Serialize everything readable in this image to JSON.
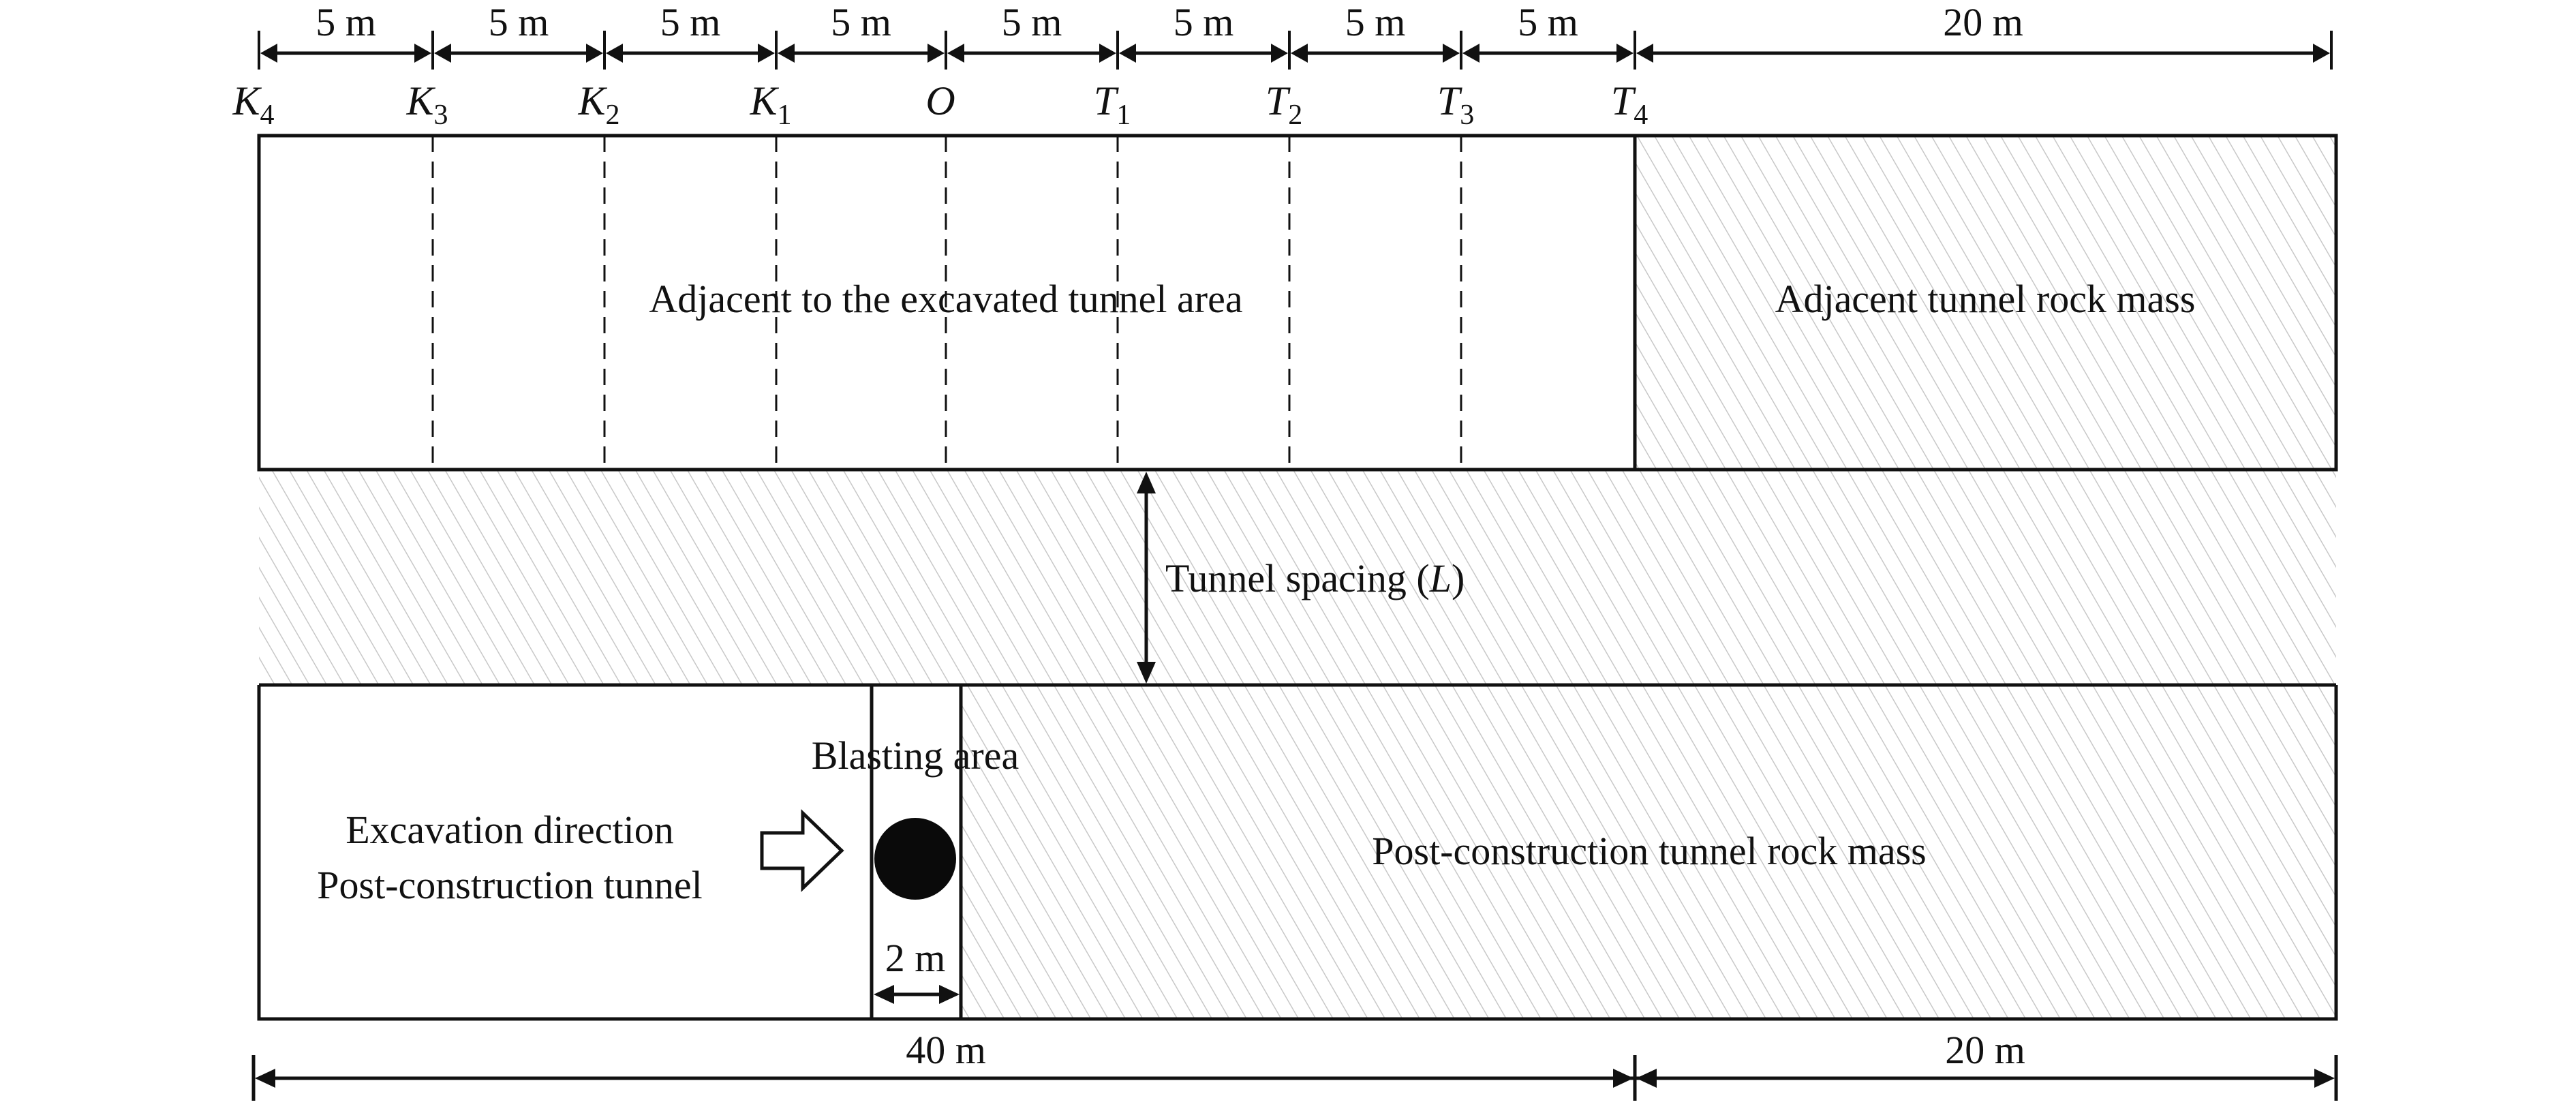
{
  "figure": {
    "top_dimensions": [
      {
        "label": "5 m",
        "from": "K4",
        "to": "K3"
      },
      {
        "label": "5 m",
        "from": "K3",
        "to": "K2"
      },
      {
        "label": "5 m",
        "from": "K2",
        "to": "K1"
      },
      {
        "label": "5 m",
        "from": "K1",
        "to": "O"
      },
      {
        "label": "5 m",
        "from": "O",
        "to": "T1"
      },
      {
        "label": "5 m",
        "from": "T1",
        "to": "T2"
      },
      {
        "label": "5 m",
        "from": "T2",
        "to": "T3"
      },
      {
        "label": "5 m",
        "from": "T3",
        "to": "T4"
      },
      {
        "label": "20 m",
        "from": "T4",
        "to": "end"
      }
    ],
    "points": [
      {
        "letter": "K",
        "sub": "4"
      },
      {
        "letter": "K",
        "sub": "3"
      },
      {
        "letter": "K",
        "sub": "2"
      },
      {
        "letter": "K",
        "sub": "1"
      },
      {
        "letter": "O",
        "sub": ""
      },
      {
        "letter": "T",
        "sub": "1"
      },
      {
        "letter": "T",
        "sub": "2"
      },
      {
        "letter": "T",
        "sub": "3"
      },
      {
        "letter": "T",
        "sub": "4"
      }
    ],
    "regions": {
      "adjacent_excavated": "Adjacent to the excavated tunnel area",
      "adjacent_rock": "Adjacent tunnel rock mass",
      "tunnel_spacing": "Tunnel spacing (",
      "tunnel_spacing_var": "L",
      "tunnel_spacing_end": ")",
      "blasting_area": "Blasting area",
      "excavation_direction": "Excavation direction",
      "post_construction_tunnel": "Post-construction tunnel",
      "post_rock": "Post-construction tunnel rock mass",
      "blast_width": "2 m"
    },
    "bottom_dimensions": [
      {
        "label": "40 m"
      },
      {
        "label": "20 m"
      }
    ],
    "colors": {
      "line": "#111111",
      "hatch": "#c8c8c8",
      "charge": "#0a0a0a"
    }
  }
}
